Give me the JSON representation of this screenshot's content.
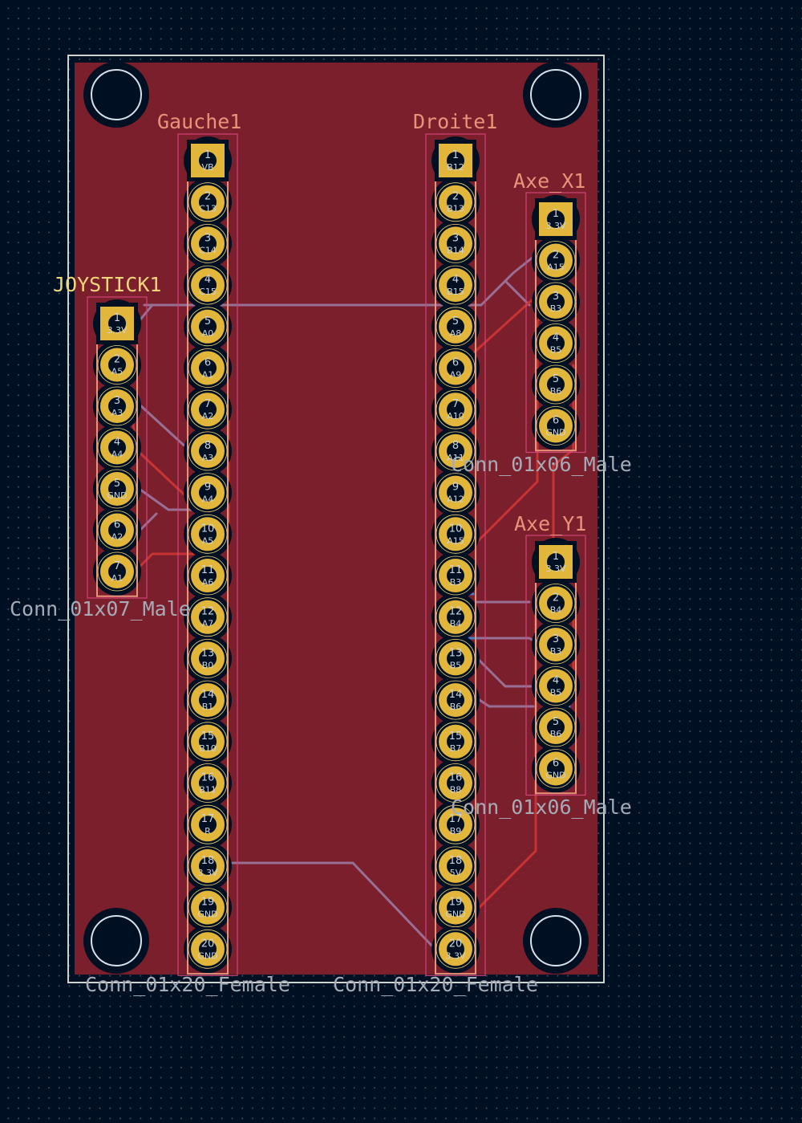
{
  "app": "KiCad PCB Editor",
  "colors": {
    "background": "#001023",
    "board_outline": "#d0d2cd",
    "copper_fill": "#7a1f2b",
    "pad_gold": "#e2b53b",
    "pad_hole": "#001023",
    "front_track": "#c83434",
    "back_track": "#4d7fc4",
    "ratsnest": "#9a6f95",
    "silkscreen_ref": "#e8937a",
    "silkscreen_joystick": "#f0d57a",
    "courtyard": "#d0447a",
    "fab_text": "#a5acb8"
  },
  "components": {
    "gauche": {
      "reference": "Gauche1",
      "value": "Conn_01x20_Female",
      "pins": [
        "VB",
        "C13",
        "C14",
        "C15",
        "A0",
        "A1",
        "A2",
        "A3",
        "A4",
        "A5",
        "A6",
        "A7",
        "B0",
        "B1",
        "B10",
        "B11",
        "R",
        "3.3V",
        "GND",
        "GND"
      ]
    },
    "droite": {
      "reference": "Droite1",
      "value": "Conn_01x20_Female",
      "pins": [
        "B12",
        "B13",
        "B14",
        "B15",
        "A8",
        "A9",
        "A10",
        "A11",
        "A12",
        "A15",
        "B3",
        "B4",
        "B5",
        "B6",
        "B7",
        "B8",
        "B9",
        "5V",
        "GND",
        "3.3V"
      ]
    },
    "joystick": {
      "reference": "JOYSTICK1",
      "value": "Conn_01x07_Male",
      "pins": [
        "3.3V",
        "A5",
        "A3",
        "A4",
        "GND",
        "A2",
        "A1"
      ]
    },
    "axe_x": {
      "reference": "Axe_X1",
      "value": "Conn_01x06_Male",
      "pins": [
        "3.3V",
        "A15",
        "B3",
        "B5",
        "B6",
        "GND"
      ]
    },
    "axe_y": {
      "reference": "Axe_Y1",
      "value": "Conn_01x06_Male",
      "pins": [
        "3.3V",
        "B4",
        "B3",
        "B5",
        "B6",
        "GND"
      ]
    }
  },
  "mounting_holes": [
    "top-left",
    "top-right",
    "bottom-left",
    "bottom-right"
  ]
}
